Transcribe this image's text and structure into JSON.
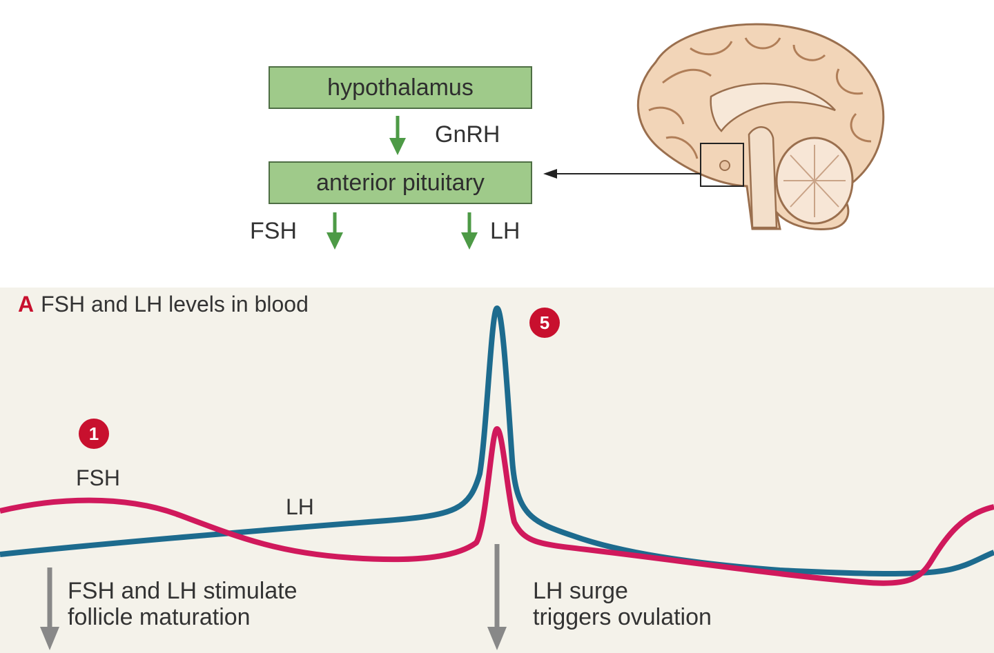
{
  "flow": {
    "hypothalamus": "hypothalamus",
    "gnrh": "GnRH",
    "anterior_pituitary": "anterior pituitary",
    "fsh": "FSH",
    "lh": "LH"
  },
  "panel": {
    "letter": "A",
    "title": "FSH and LH levels in blood",
    "fsh_label": "FSH",
    "lh_label": "LH",
    "badge_1": "1",
    "badge_5": "5",
    "note_left_line1": "FSH and LH stimulate",
    "note_left_line2": "follicle maturation",
    "note_right_line1": "LH surge",
    "note_right_line2": "triggers ovulation"
  },
  "colors": {
    "box_fill": "#9fca8a",
    "arrow_green": "#4d9a46",
    "fsh_curve": "#d0195c",
    "lh_curve": "#1d6b8e",
    "badge": "#c8102e",
    "panel_bg": "#f4f2ea"
  },
  "icons": {
    "brain": "brain-sagittal-illustration"
  }
}
